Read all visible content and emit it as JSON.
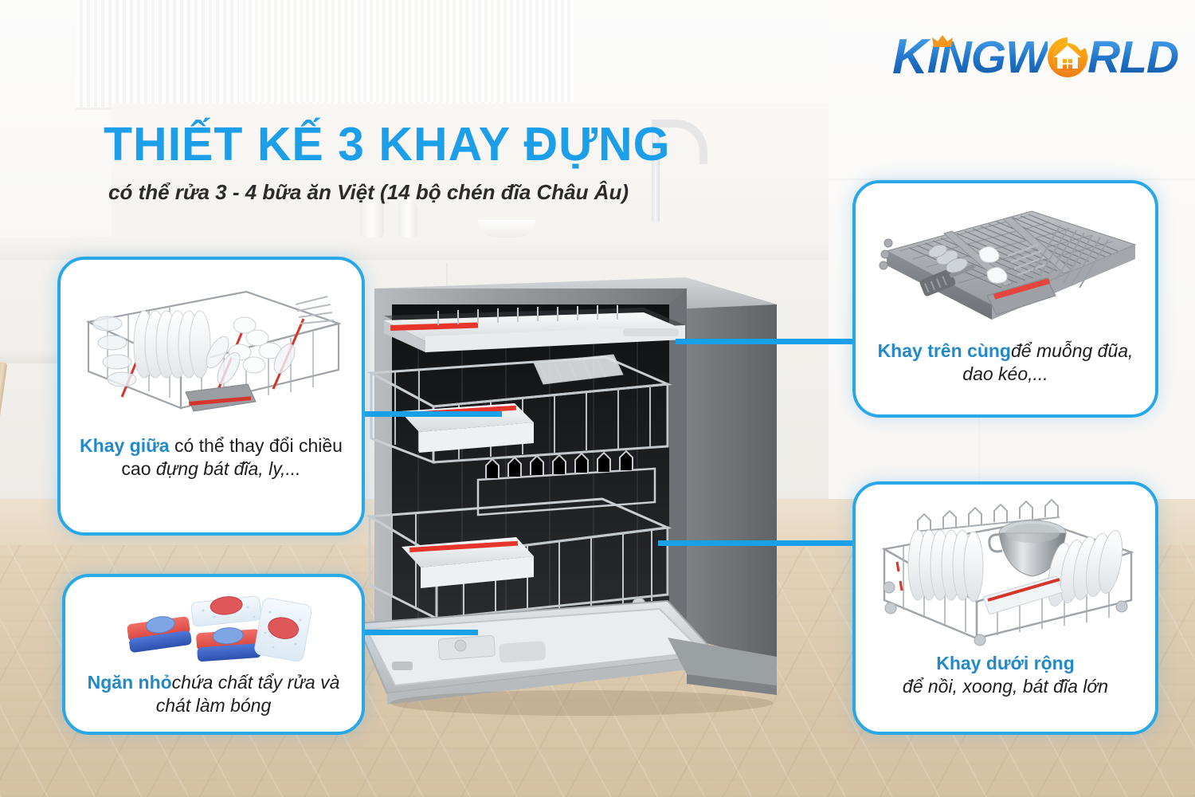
{
  "brand": {
    "name_part1": "K",
    "name_part2": "ING",
    "name_part3": "W",
    "name_part4": "RLD",
    "full_name": "KINGWORLD",
    "crown_icon": "crown-icon",
    "house_icon": "house-in-circle-icon",
    "blue": "#1f72c8",
    "orange": "#F5971E"
  },
  "header": {
    "title": "THIẾT KẾ 3 KHAY ĐỰNG",
    "subtitle": "có thể rửa 3 - 4 bữa ăn Việt (14 bộ chén đĩa Châu Âu)",
    "title_color": "#1C9FE8",
    "subtitle_color": "#2b2b2b"
  },
  "accent": {
    "border_blue": "#28A8E8",
    "line_blue": "#19A0EA",
    "bold_blue": "#2389C8",
    "rack_red": "#E8352B"
  },
  "callouts": [
    {
      "id": "middle-rack",
      "image_name": "middle-dish-rack-photo",
      "bold": "Khay giữa",
      "rest": " có thể thay đổi chiều cao ",
      "italic": "đựng bát đĩa, ly,...",
      "position": "left-top"
    },
    {
      "id": "detergent-compartment",
      "image_name": "detergent-tablets-photo",
      "bold": "Ngăn nhỏ",
      "rest": " ",
      "italic": "chứa chất tẩy rửa và chát làm bóng",
      "position": "left-bottom"
    },
    {
      "id": "top-cutlery-tray",
      "image_name": "cutlery-tray-photo",
      "bold": "Khay trên cùng",
      "rest": " ",
      "italic": "để muỗng đũa, dao kéo,...",
      "position": "right-top"
    },
    {
      "id": "bottom-rack",
      "image_name": "bottom-dish-rack-photo",
      "bold": "Khay dưới rộng",
      "rest": "",
      "italic": "để nồi, xoong, bát đĩa lớn",
      "position": "right-bottom"
    }
  ],
  "product": {
    "name": "dishwasher-photo",
    "description": "Freestanding stainless steel dishwasher with open door and three pull-out racks",
    "rack_count": 3,
    "body_color": "#8e9193",
    "interior_color": "#191a1c"
  },
  "background": {
    "scene": "blurred modern kitchen",
    "floor": "light wood herringbone",
    "wall": "white cabinetry"
  }
}
